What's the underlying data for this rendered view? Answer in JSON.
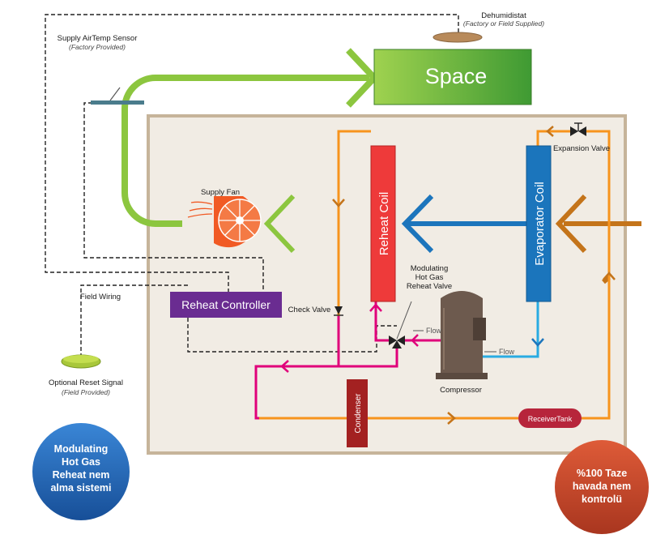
{
  "space": {
    "label": "Space"
  },
  "sensors": {
    "supply_air": {
      "title": "Supply AirTemp Sensor",
      "note": "(Factory Provided)"
    },
    "dehumidistat": {
      "title": "Dehumidistat",
      "note": "(Factory or Field Supplied)"
    },
    "reset_signal": {
      "title": "Optional Reset Signal",
      "note": "(Field Provided)"
    }
  },
  "components": {
    "supply_fan": "Supply Fan",
    "reheat_coil": "Reheat Coil",
    "evaporator_coil": "Evaporator Coil",
    "expansion_valve": "Expansion Valve",
    "reheat_controller": "Reheat Controller",
    "check_valve": "Check Valve",
    "modulating_valve": [
      "Modulating",
      "Hot Gas",
      "Reheat Valve"
    ],
    "compressor": "Compressor",
    "condenser": "Condenser",
    "receiver_tank": "ReceiverTank",
    "field_wiring": "Field Wiring",
    "flow": "Flow"
  },
  "badges": {
    "left": [
      "Modulating",
      "Hot Gas",
      "Reheat nem",
      "alma sistemi"
    ],
    "right": [
      "%100 Taze",
      "havada nem",
      "kontrolü"
    ]
  },
  "colors": {
    "air_supply": "#8cc63f",
    "space_box": "#5aa535",
    "reheat_coil": "#ee3a3a",
    "evaporator_coil": "#1b75bc",
    "hot_gas_line": "#e0007a",
    "liquid_line": "#f7941d",
    "outside_air": "#c4741a",
    "cold_air": "#1c75bc",
    "controller": "#6a2c91",
    "condenser": "#a32121",
    "receiver": "#b7253b",
    "compressor": "#6d5a4e",
    "cabinet_fill": "#f1ece4",
    "cabinet_border": "#c6b49a",
    "left_badge": "#1f63b5",
    "right_badge": "#c7452a"
  }
}
